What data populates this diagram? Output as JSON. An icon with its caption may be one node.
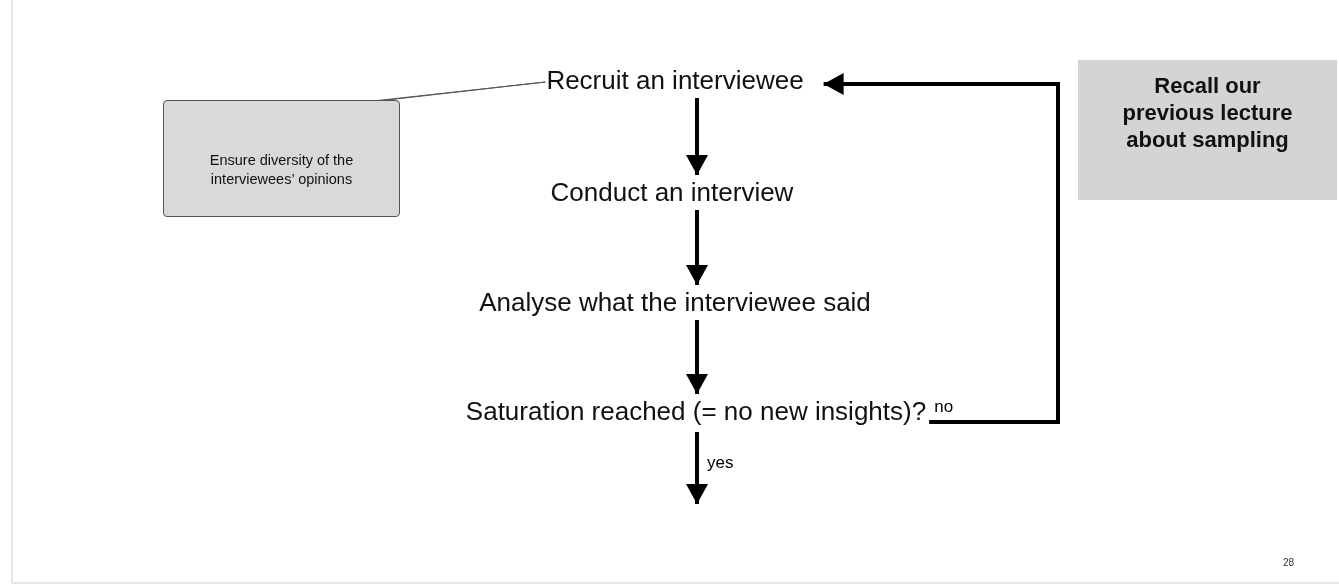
{
  "diagram": {
    "nodes": [
      {
        "text": [
          "Recruit an interviewee"
        ]
      },
      {
        "text": [
          "Conduct an interview"
        ]
      },
      {
        "text": [
          "Analyse what the interviewee said"
        ]
      },
      {
        "text": [
          "Saturation reached (= no new insights)?"
        ]
      },
      {
        "text": [
          "Ensure diversity of the interviewees’ opinions"
        ]
      },
      {
        "text": [
          "Recall our previous lecture about sampling"
        ]
      }
    ],
    "edges": [
      {
        "from": 0,
        "to": 1,
        "arrow": "to"
      },
      {
        "from": 1,
        "to": 2,
        "arrow": "to"
      },
      {
        "from": 2,
        "to": 3,
        "arrow": "to"
      },
      {
        "from": 3,
        "to": 0,
        "arrow": "to",
        "label": "no"
      },
      {
        "from": 3,
        "to": null,
        "arrow": "to",
        "label": "yes"
      },
      {
        "from": 4,
        "to": 0,
        "arrow": "none"
      }
    ],
    "labels": [
      "28"
    ]
  }
}
